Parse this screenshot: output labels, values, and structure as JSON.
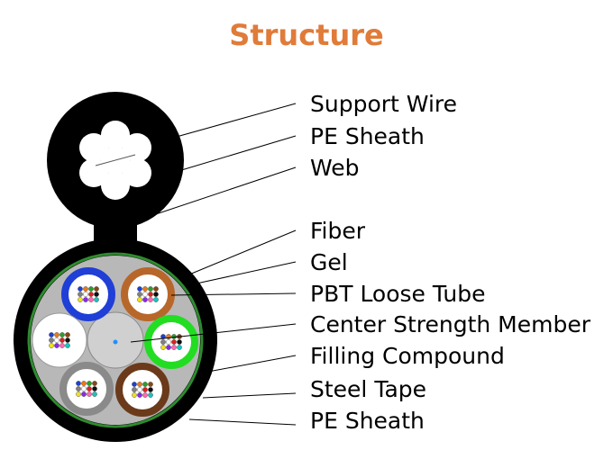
{
  "title": "Structure",
  "colors": {
    "title": "#e07b39",
    "sheath": "#000000",
    "steel_tape": "#2e8b2e",
    "filling": "#b8b8b8",
    "center_member": "#d0d0d0",
    "center_dot": "#1e90ff"
  },
  "labels": [
    "Support Wire",
    "PE Sheath",
    "Web",
    "Fiber",
    "Gel",
    "PBT Loose Tube",
    "Center Strength Member",
    "Filling Compound",
    "Steel Tape",
    "PE Sheath"
  ],
  "loose_tubes": [
    {
      "name": "blue",
      "color": "#1f3fd6"
    },
    {
      "name": "orange",
      "color": "#b8672a"
    },
    {
      "name": "white",
      "color": "#ffffff"
    },
    {
      "name": "green",
      "color": "#22dd22"
    },
    {
      "name": "gray",
      "color": "#8a8a8a"
    },
    {
      "name": "brown",
      "color": "#6b3a1a"
    }
  ],
  "fiber_colors": [
    "#1f3fd6",
    "#e87a1a",
    "#2aa02a",
    "#8b4513",
    "#808080",
    "#ffffff",
    "#e02020",
    "#101010",
    "#f0e020",
    "#8a2be2",
    "#ff69b4",
    "#20c0c0"
  ]
}
